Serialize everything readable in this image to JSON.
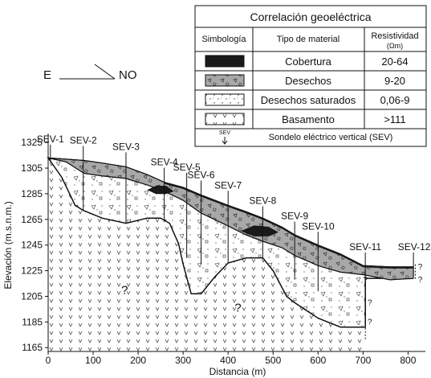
{
  "orientation": {
    "left": "E",
    "right": "NO"
  },
  "legend": {
    "title": "Correlación geoeléctrica",
    "headers": {
      "symbol": "Simbología",
      "material": "Tipo de material",
      "resistivity": "Resistividad",
      "unit": "(Ωm)"
    },
    "rows": [
      {
        "material": "Cobertura",
        "resistivity": "20-64",
        "pattern": "black"
      },
      {
        "material": "Desechos",
        "resistivity": "9-20",
        "pattern": "gray-clasts"
      },
      {
        "material": "Desechos saturados",
        "resistivity": "0,06-9",
        "pattern": "dots"
      },
      {
        "material": "Basamento",
        "resistivity": ">111",
        "pattern": "v-marks"
      }
    ],
    "sev_marker": "SEV",
    "sev_caption": "Sondelo eléctrico vertical (SEV)"
  },
  "colors": {
    "cover": "#1a1a1a",
    "debris": "#a8a8a8",
    "saturated": "#ffffff",
    "basement": "#ffffff"
  },
  "chart_data": {
    "type": "cross-section",
    "xlabel": "Distancia (m)",
    "ylabel": "Elevación (m.s.n.m.)",
    "xlim": [
      0,
      820
    ],
    "ylim": [
      1162,
      1332
    ],
    "x_ticks": [
      0,
      100,
      200,
      300,
      400,
      500,
      600,
      700,
      800
    ],
    "y_ticks": [
      1325,
      1305,
      1285,
      1265,
      1245,
      1225,
      1205,
      1185,
      1165
    ],
    "soundings": [
      {
        "name": "SEV-1",
        "x": 5,
        "top": 1312,
        "bottom": 1310
      },
      {
        "name": "SEV-2",
        "x": 78,
        "top": 1311,
        "bottom": 1272
      },
      {
        "name": "SEV-3",
        "x": 173,
        "top": 1306,
        "bottom": 1262
      },
      {
        "name": "SEV-4",
        "x": 258,
        "top": 1294,
        "bottom": 1263
      },
      {
        "name": "SEV-5",
        "x": 308,
        "top": 1290,
        "bottom": 1235
      },
      {
        "name": "SEV-6",
        "x": 340,
        "top": 1284,
        "bottom": 1230
      },
      {
        "name": "SEV-7",
        "x": 400,
        "top": 1276,
        "bottom": 1231
      },
      {
        "name": "SEV-8",
        "x": 477,
        "top": 1264,
        "bottom": 1235
      },
      {
        "name": "SEV-9",
        "x": 548,
        "top": 1252,
        "bottom": 1218
      },
      {
        "name": "SEV-10",
        "x": 600,
        "top": 1244,
        "bottom": 1209
      },
      {
        "name": "SEV-11",
        "x": 705,
        "top": 1228,
        "bottom": 1190
      },
      {
        "name": "SEV-12",
        "x": 812,
        "top": 1228,
        "bottom": 1220
      }
    ],
    "surface": [
      [
        0,
        1313
      ],
      [
        40,
        1312
      ],
      [
        80,
        1311
      ],
      [
        120,
        1309
      ],
      [
        173,
        1306
      ],
      [
        220,
        1300
      ],
      [
        258,
        1294
      ],
      [
        300,
        1290
      ],
      [
        340,
        1284
      ],
      [
        400,
        1276
      ],
      [
        440,
        1271
      ],
      [
        477,
        1266
      ],
      [
        520,
        1259
      ],
      [
        548,
        1253
      ],
      [
        600,
        1245
      ],
      [
        650,
        1238
      ],
      [
        700,
        1229
      ],
      [
        760,
        1228
      ],
      [
        812,
        1228
      ]
    ],
    "debris_base": [
      [
        0,
        1313
      ],
      [
        40,
        1310
      ],
      [
        80,
        1301
      ],
      [
        120,
        1299
      ],
      [
        173,
        1297
      ],
      [
        220,
        1292
      ],
      [
        258,
        1287
      ],
      [
        300,
        1280
      ],
      [
        340,
        1270
      ],
      [
        400,
        1260
      ],
      [
        440,
        1253
      ],
      [
        477,
        1248
      ],
      [
        520,
        1243
      ],
      [
        548,
        1237
      ],
      [
        600,
        1229
      ],
      [
        650,
        1224
      ],
      [
        700,
        1222
      ],
      [
        760,
        1218
      ],
      [
        812,
        1219
      ]
    ],
    "basement_top": [
      [
        0,
        1313
      ],
      [
        30,
        1298
      ],
      [
        60,
        1276
      ],
      [
        78,
        1272
      ],
      [
        120,
        1266
      ],
      [
        173,
        1262
      ],
      [
        220,
        1266
      ],
      [
        250,
        1266
      ],
      [
        270,
        1262
      ],
      [
        290,
        1246
      ],
      [
        300,
        1230
      ],
      [
        318,
        1207
      ],
      [
        340,
        1207
      ],
      [
        370,
        1220
      ],
      [
        400,
        1231
      ],
      [
        440,
        1235
      ],
      [
        477,
        1235
      ],
      [
        500,
        1225
      ],
      [
        530,
        1205
      ],
      [
        548,
        1200
      ],
      [
        600,
        1188
      ],
      [
        650,
        1181
      ],
      [
        705,
        1181
      ]
    ],
    "cover_lenses": [
      [
        [
          222,
          1288
        ],
        [
          240,
          1291
        ],
        [
          262,
          1291
        ],
        [
          278,
          1287
        ],
        [
          262,
          1285
        ],
        [
          240,
          1285
        ]
      ],
      [
        [
          430,
          1256
        ],
        [
          458,
          1260
        ],
        [
          490,
          1259
        ],
        [
          510,
          1255
        ],
        [
          490,
          1252
        ],
        [
          458,
          1252
        ]
      ]
    ],
    "unknown_marks": [
      {
        "x": 170,
        "y": 1207,
        "text": "?"
      },
      {
        "x": 422,
        "y": 1193,
        "text": "?"
      },
      {
        "x": 705,
        "y": 1216,
        "text": "?"
      },
      {
        "x": 715,
        "y": 1198,
        "text": "?"
      },
      {
        "x": 715,
        "y": 1183,
        "text": "?"
      },
      {
        "x": 827,
        "y": 1226,
        "text": "?"
      },
      {
        "x": 827,
        "y": 1216,
        "text": "?"
      }
    ]
  }
}
